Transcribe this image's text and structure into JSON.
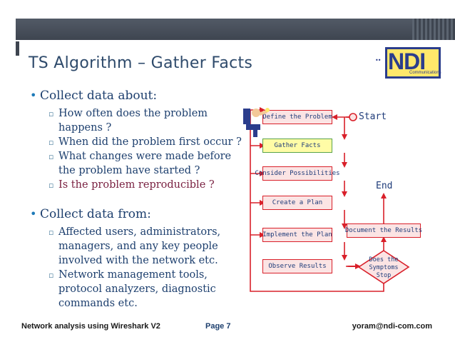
{
  "slide": {
    "title": "TS Algorithm – Gather Facts",
    "logo_text": "NDI",
    "logo_sub": "Communications",
    "bullets": [
      {
        "label": "Collect data about:",
        "items": [
          "How often does the problem",
          "happens ?",
          "When did the problem first occur ?",
          "What changes were made before",
          "the problem have started ?",
          "Is the problem reproducible ?"
        ]
      },
      {
        "label": "Collect data from:",
        "items": [
          "Affected users, administrators,",
          "managers, and any key people",
          "involved with the network etc.",
          "Network management tools,",
          "protocol analyzers, diagnostic",
          "commands etc."
        ]
      }
    ]
  },
  "flowchart": {
    "start_label": "Start",
    "end_label": "End",
    "steps": [
      "Define the Problem",
      "Gather Facts",
      "Consider Possibilities",
      "Create a Plan",
      "Implement the Plan",
      "Observe Results"
    ],
    "document_step": "Document the Results",
    "decision": [
      "Does the",
      "Symptoms",
      "Stop"
    ],
    "active_step": "Gather Facts",
    "colors": {
      "arrow": "#d9202a",
      "node_fill": "#fbe4e4",
      "active_fill": "#fffca6",
      "text": "#1f3c7a"
    }
  },
  "footer": {
    "left": "Network analysis using Wireshark V2",
    "center": "Page 7",
    "right": "yoram@ndi-com.com"
  }
}
